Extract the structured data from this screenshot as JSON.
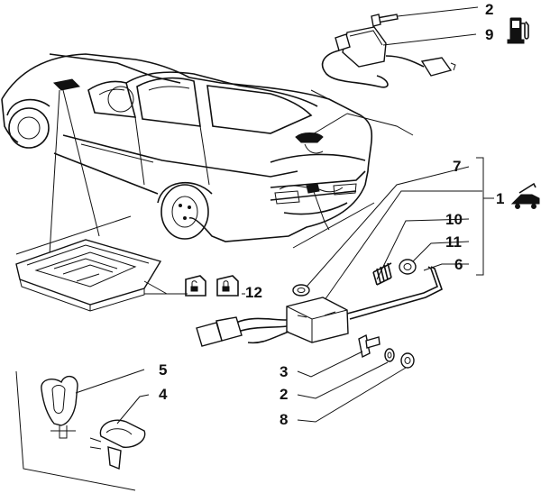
{
  "callouts": {
    "c2_top": "2",
    "c9": "9",
    "c7": "7",
    "c1": "1",
    "c10": "10",
    "c11": "11",
    "c6": "6",
    "c12": "12",
    "c5": "5",
    "c4": "4",
    "c3": "3",
    "c2_bottom": "2",
    "c8": "8"
  },
  "icons": {
    "fuel": "fuel-pump-icon",
    "trunk": "car-trunk-open-icon",
    "door_a": "door-unlock-icon",
    "door_b": "door-lock-icon"
  }
}
